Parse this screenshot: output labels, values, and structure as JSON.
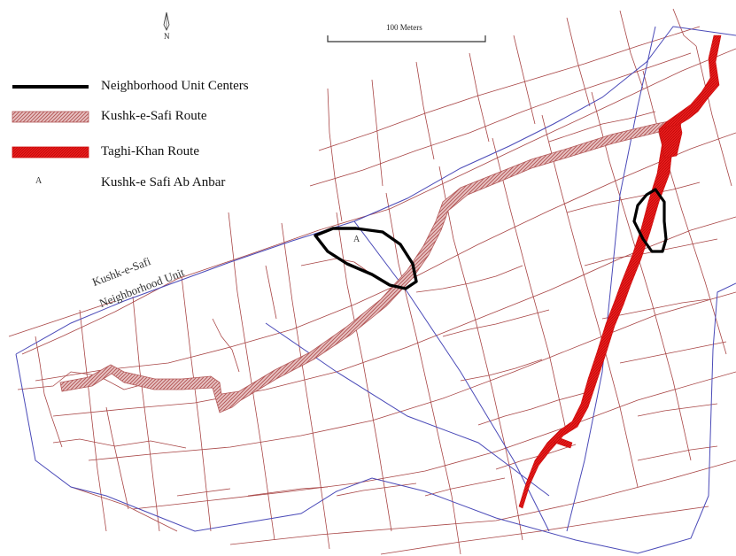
{
  "north_arrow": {
    "label": "N"
  },
  "scale_bar": {
    "label": "100 Meters"
  },
  "legend": {
    "items": [
      {
        "label": "Neighborhood Unit Centers",
        "symbol": "black-line"
      },
      {
        "label": "Kushk-e-Safi Route",
        "symbol": "hatched-pink-bar"
      },
      {
        "label": "Taghi-Khan Route",
        "symbol": "red-bar"
      },
      {
        "label": "Kushk-e Safi Ab Anbar",
        "symbol": "letter",
        "symbol_text": "A"
      }
    ]
  },
  "map_labels": {
    "unit_name_line1": "Kushk-e-Safi",
    "unit_name_line2": "Neighborhood Unit",
    "ab_anbar_marker": "A"
  },
  "colors": {
    "parcel_lines": "#9e3a3a",
    "boundary_line": "#4a4ab8",
    "kushk_route": "#c98a8a",
    "taghi_route": "#e01a1a",
    "centers": "#000000"
  }
}
